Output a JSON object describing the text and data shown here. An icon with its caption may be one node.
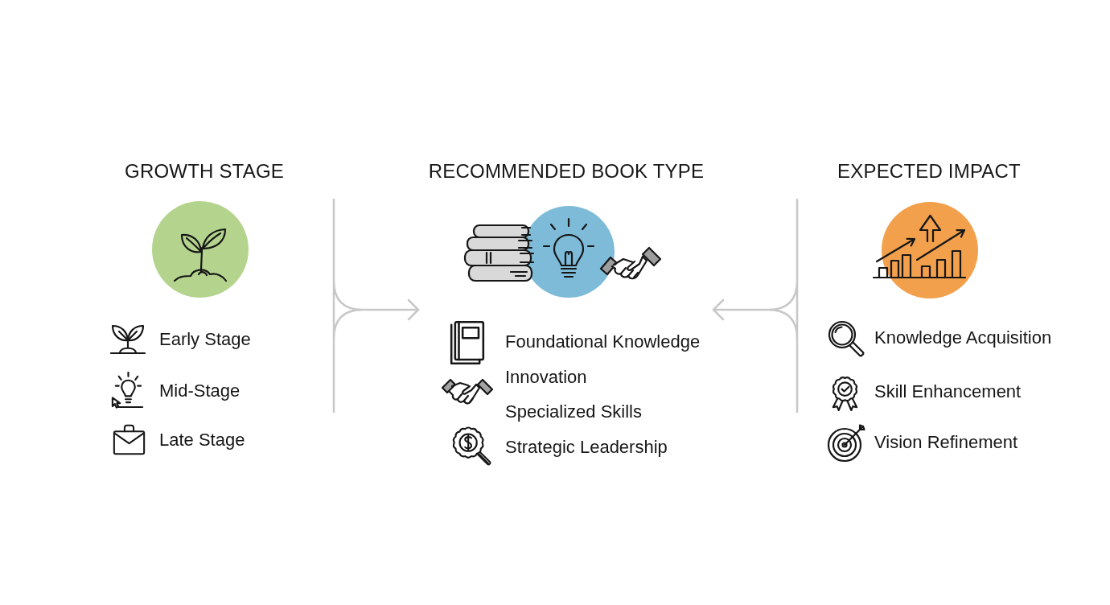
{
  "diagram": {
    "nodes": [
      {
        "text": [
          "GROWTH STAGE",
          "Early Stage",
          "Mid-Stage",
          "Late Stage"
        ]
      },
      {
        "text": [
          "RECOMMENDED BOOK TYPE",
          "Foundational Knowledge",
          "Innovation",
          "Specialized Skills",
          "Strategic Leadership"
        ]
      },
      {
        "text": [
          "EXPECTED IMPACT",
          "Knowledge Acquisition",
          "Skill Enhancement",
          "Vision Refinement"
        ]
      }
    ],
    "edges": [
      {
        "from": 0,
        "to": 1,
        "arrow": "to"
      },
      {
        "from": 2,
        "to": 1,
        "arrow": "to"
      }
    ]
  }
}
